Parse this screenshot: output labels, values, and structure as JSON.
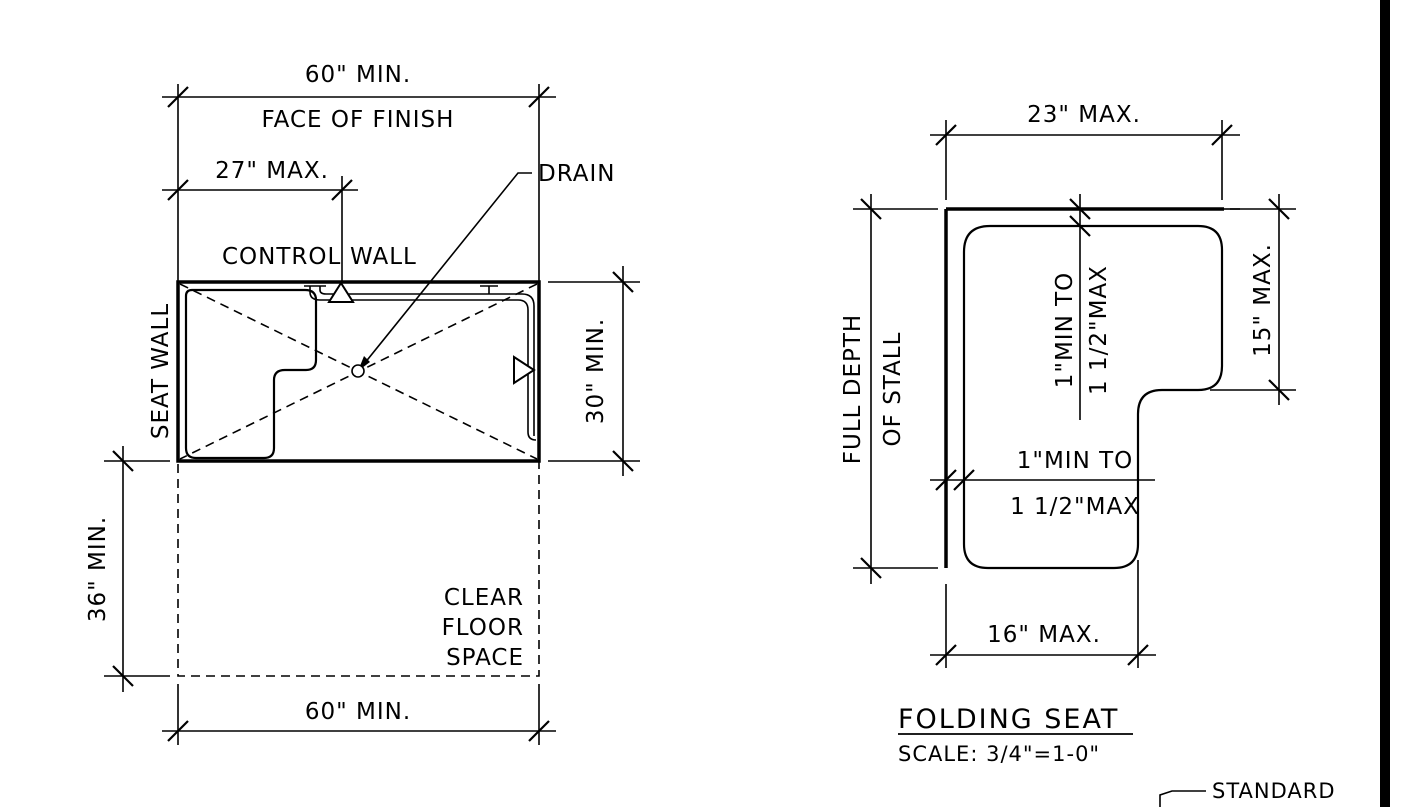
{
  "shower_plan": {
    "dim_top_width": "60\" MIN.",
    "face_of_finish": "FACE OF FINISH",
    "dim_control_offset": "27\" MAX.",
    "drain_label": "DRAIN",
    "control_wall_label": "CONTROL",
    "control_wall_label_2": "WALL",
    "seat_wall_label": "SEAT WALL",
    "dim_depth": "30\" MIN.",
    "dim_clear_depth": "36\" MIN.",
    "clear_floor_line1": "CLEAR",
    "clear_floor_line2": "FLOOR",
    "clear_floor_line3": "SPACE",
    "dim_bottom_width": "60\" MIN."
  },
  "folding_seat": {
    "dim_width": "23\" MAX.",
    "dim_depth_right": "15\" MAX.",
    "full_depth_line1": "FULL DEPTH",
    "full_depth_line2": "OF STALL",
    "gap_vertical_line1": "1\"MIN TO",
    "gap_vertical_line2": "1 1/2\"MAX",
    "gap_horizontal_line1": "1\"MIN TO",
    "gap_horizontal_line2": "1 1/2\"MAX",
    "dim_bottom_width": "16\" MAX.",
    "title": "FOLDING SEAT",
    "scale": "SCALE: 3/4\"=1-0\""
  },
  "corner_note": "STANDARD"
}
